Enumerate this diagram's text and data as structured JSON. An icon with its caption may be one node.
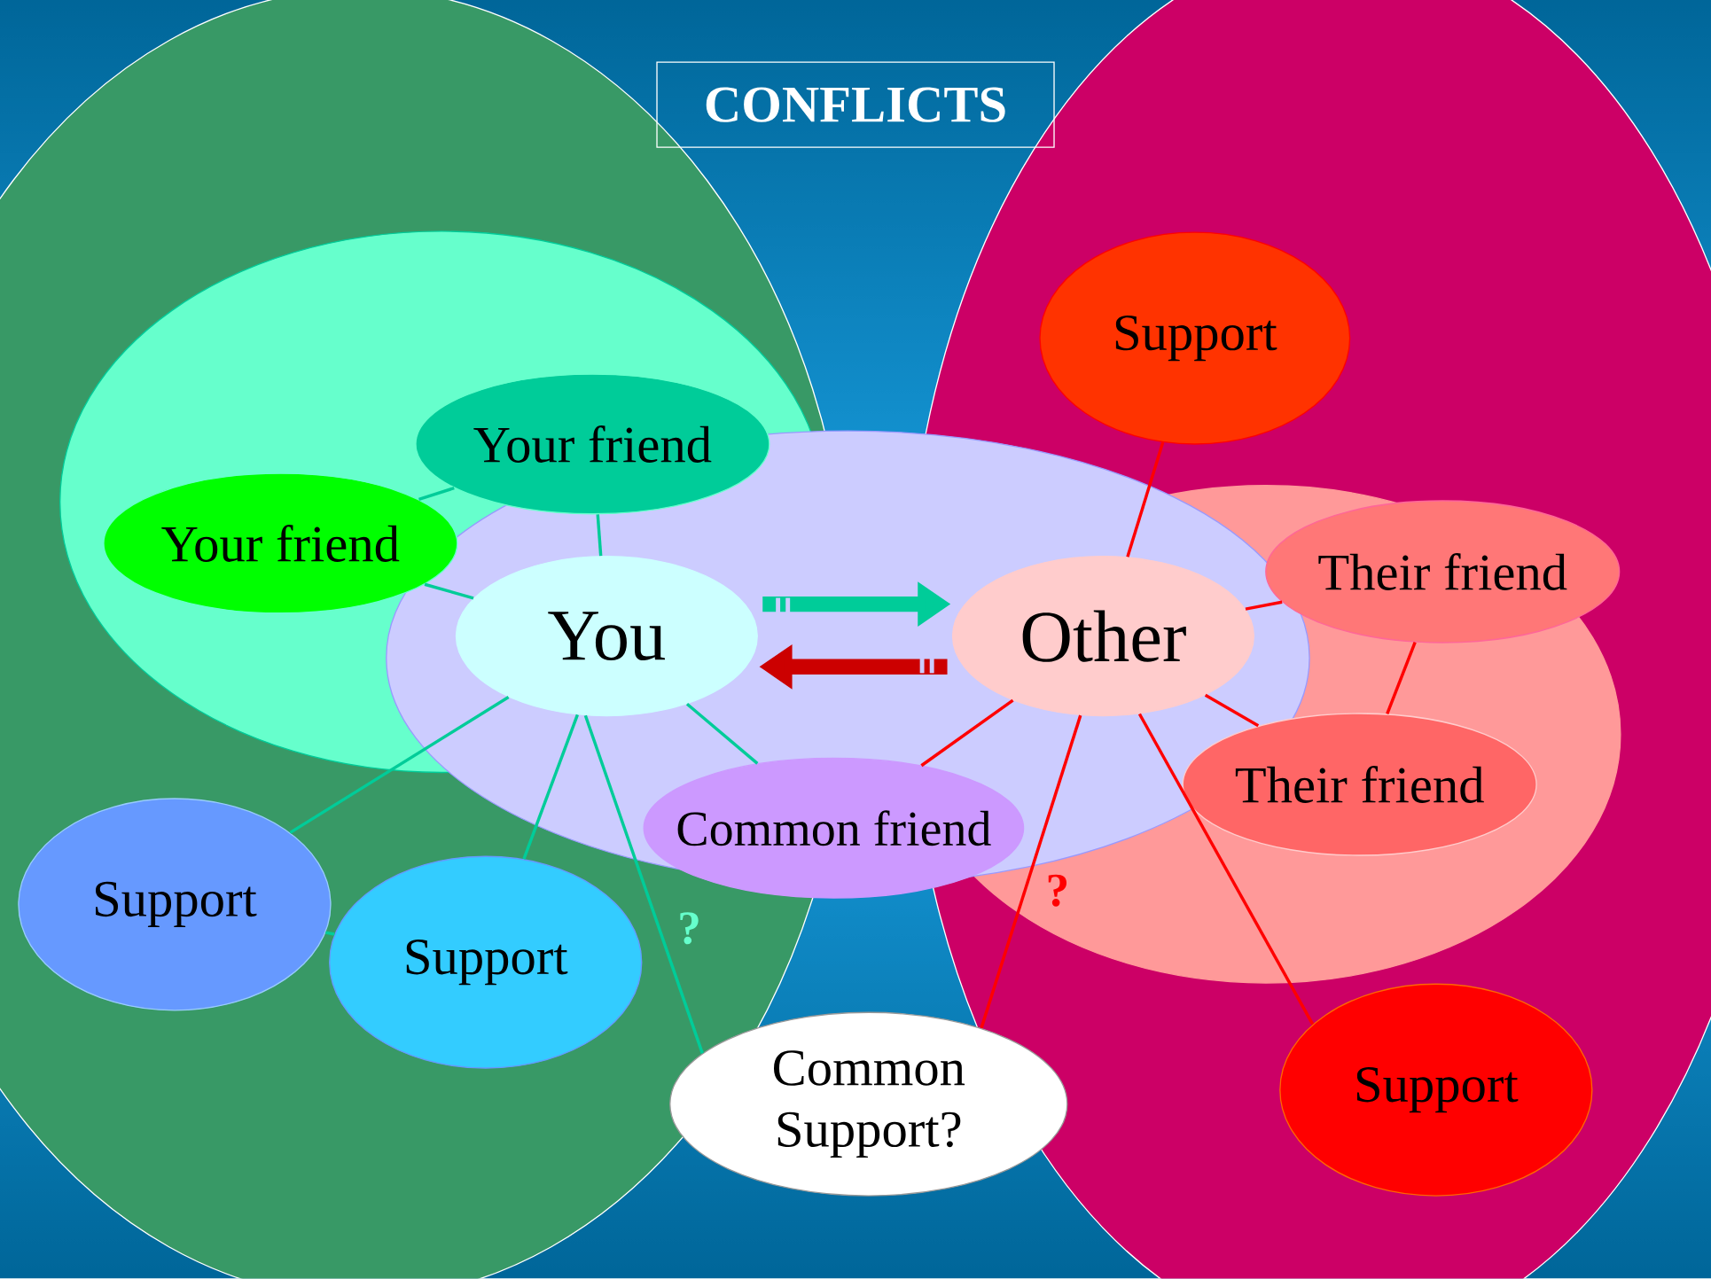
{
  "diagram": {
    "title": "CONFLICTS",
    "nodes": [
      {
        "text": [
          "Your friend"
        ]
      },
      {
        "text": [
          "Your friend"
        ]
      },
      {
        "text": [
          "You"
        ]
      },
      {
        "text": [
          "Support"
        ]
      },
      {
        "text": [
          "Their friend"
        ]
      },
      {
        "text": [
          "Other"
        ]
      },
      {
        "text": [
          "Their friend"
        ]
      },
      {
        "text": [
          "Common friend"
        ]
      },
      {
        "text": [
          "Support"
        ]
      },
      {
        "text": [
          "Support"
        ]
      },
      {
        "text": [
          "Common Support?"
        ]
      },
      {
        "text": [
          "Support"
        ]
      }
    ],
    "edges": [
      {
        "from": 0,
        "to": 1,
        "arrow": "none"
      },
      {
        "from": 0,
        "to": 2,
        "arrow": "none"
      },
      {
        "from": 1,
        "to": 2,
        "arrow": "none"
      },
      {
        "from": 2,
        "to": 8,
        "arrow": "none"
      },
      {
        "from": 2,
        "to": 9,
        "arrow": "none"
      },
      {
        "from": 2,
        "to": 7,
        "arrow": "none"
      },
      {
        "from": 2,
        "to": 10,
        "arrow": "none",
        "label": "?"
      },
      {
        "from": 8,
        "to": 9,
        "arrow": "none"
      },
      {
        "from": 2,
        "to": 5,
        "arrow": "to",
        "style": "thick"
      },
      {
        "from": 5,
        "to": 2,
        "arrow": "to",
        "style": "thick",
        "color": "#cc0000"
      },
      {
        "from": 5,
        "to": 3,
        "arrow": "none",
        "color": "#ff0000"
      },
      {
        "from": 5,
        "to": 4,
        "arrow": "none",
        "color": "#ff0000"
      },
      {
        "from": 5,
        "to": 6,
        "arrow": "none",
        "color": "#ff0000"
      },
      {
        "from": 5,
        "to": 7,
        "arrow": "none",
        "color": "#ff0000"
      },
      {
        "from": 5,
        "to": 10,
        "arrow": "none",
        "color": "#ff0000",
        "label": "?"
      },
      {
        "from": 5,
        "to": 11,
        "arrow": "none",
        "color": "#ff0000"
      },
      {
        "from": 4,
        "to": 6,
        "arrow": "none",
        "color": "#ff0000"
      }
    ]
  }
}
